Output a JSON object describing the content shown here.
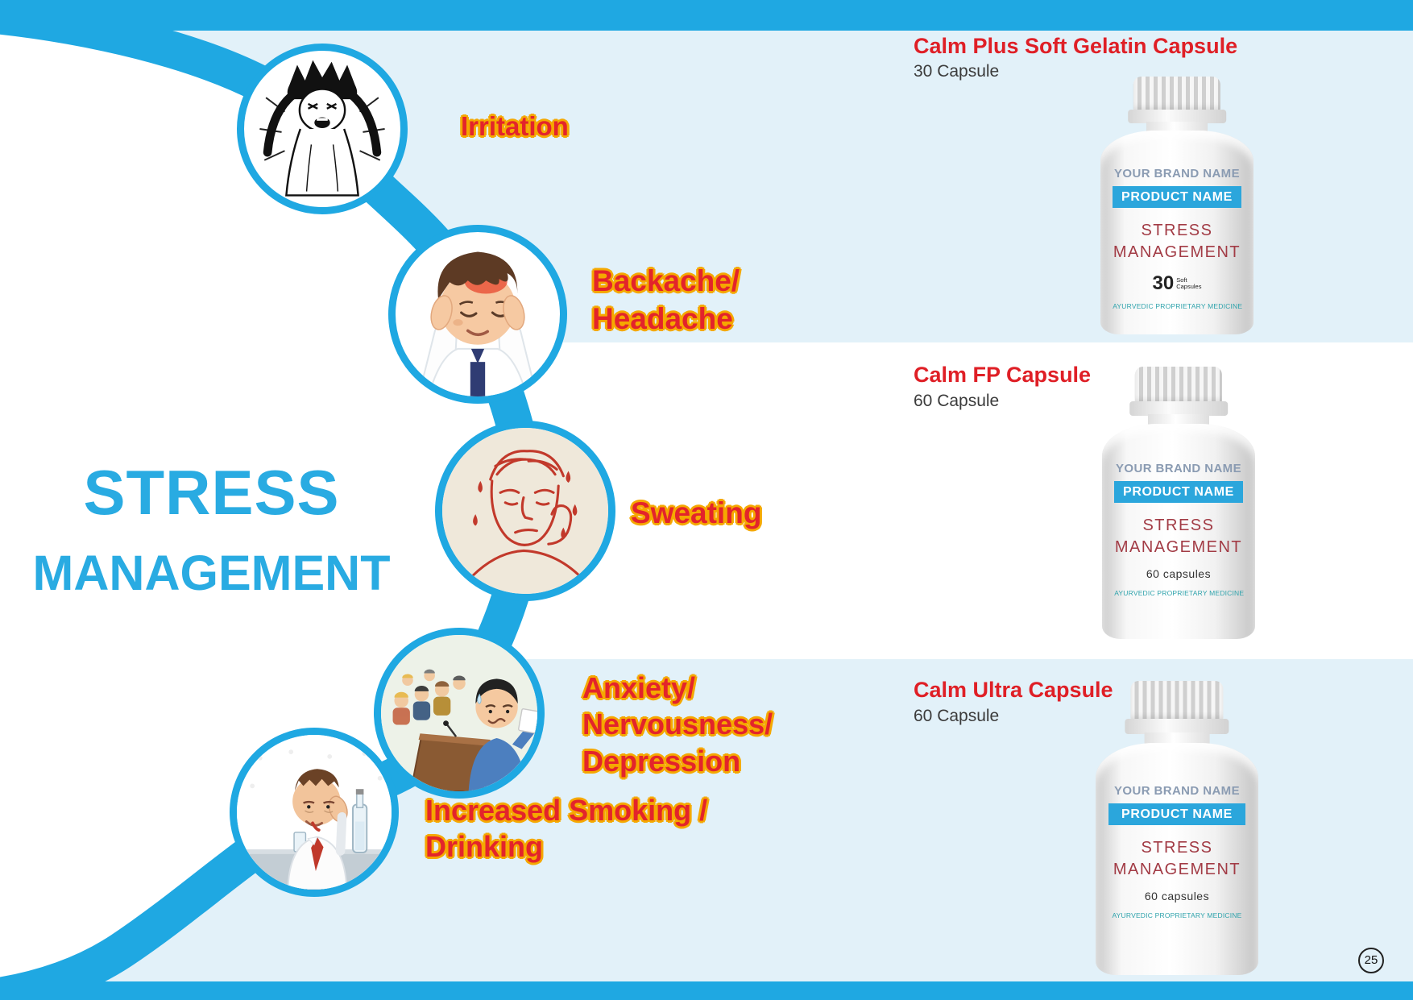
{
  "page_number": "25",
  "heading": {
    "line1": "STRESS",
    "line2": "MANAGEMENT"
  },
  "symptoms": [
    {
      "lines": [
        "Irritation"
      ],
      "illustration": "woman-pulling-hair-sketch"
    },
    {
      "lines": [
        "Backache/",
        "Headache"
      ],
      "illustration": "boy-holding-head-headache"
    },
    {
      "lines": [
        "Sweating"
      ],
      "illustration": "sweating-man-red-sketch"
    },
    {
      "lines": [
        "Anxiety/",
        "Nervousness/",
        "Depression"
      ],
      "illustration": "nervous-speaker-at-podium"
    },
    {
      "lines": [
        "Increased Smoking /",
        "Drinking"
      ],
      "illustration": "man-drinking-at-table"
    }
  ],
  "products": [
    {
      "title": "Calm Plus Soft Gelatin Capsule",
      "quantity": "30 Capsule"
    },
    {
      "title": "Calm FP Capsule",
      "quantity": "60 Capsule"
    },
    {
      "title": "Calm Ultra Capsule",
      "quantity": "60 Capsule"
    }
  ],
  "bottle_label": {
    "brand": "YOUR BRAND NAME",
    "product": "PRODUCT NAME",
    "name_line1": "STRESS",
    "name_line2": "MANAGEMENT",
    "footer": "AYURVEDIC PROPRIETARY MEDICINE"
  },
  "bottle_counts": [
    {
      "big": "30",
      "small_top": "Soft",
      "small_bottom": "Capsules",
      "text": ""
    },
    {
      "big": "",
      "small_top": "",
      "small_bottom": "",
      "text": "60 capsules"
    },
    {
      "big": "",
      "small_top": "",
      "small_bottom": "",
      "text": "60 capsules"
    }
  ],
  "colors": {
    "accent_blue": "#1FA8E2",
    "heading_blue": "#29ABE2",
    "panel_light_blue": "#E2F1F9",
    "title_red": "#DF1F26",
    "symptom_red": "#E3242B",
    "symptom_outline_yellow": "#F5A800",
    "label_maroon": "#A23B45",
    "label_bar_blue": "#2BA6DC",
    "ayurvedic_teal": "#2FA3AC"
  }
}
